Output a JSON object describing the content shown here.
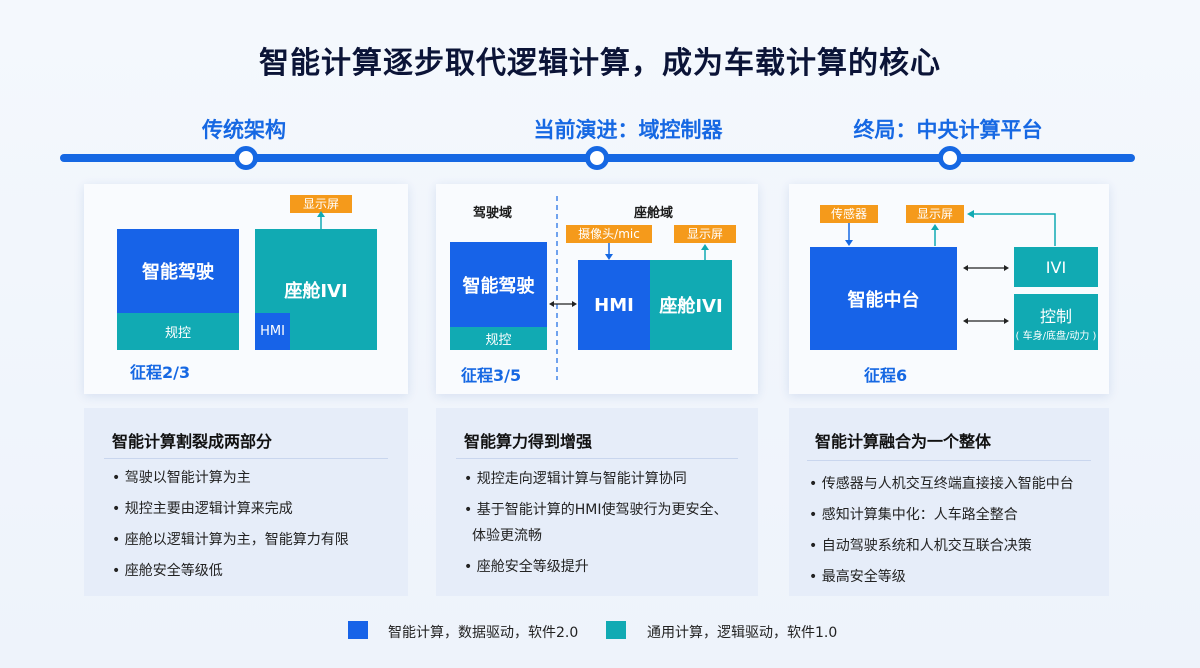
{
  "title": "智能计算逐步取代逻辑计算，成为车载计算的核心",
  "stages": [
    {
      "title": "传统架构"
    },
    {
      "title": "当前演进：域控制器"
    },
    {
      "title": "终局：中央计算平台"
    }
  ],
  "card1": {
    "display": "显示屏",
    "smart_drive": "智能驾驶",
    "control": "规控",
    "cockpit": "座舱IVI",
    "hmi": "HMI",
    "gen": "征程2/3"
  },
  "card2": {
    "drive_domain": "驾驶域",
    "cockpit_domain": "座舱域",
    "camera": "摄像头/mic",
    "display": "显示屏",
    "smart_drive": "智能驾驶",
    "control": "规控",
    "hmi": "HMI",
    "cockpit": "座舱IVI",
    "gen": "征程3/5"
  },
  "card3": {
    "sensor": "传感器",
    "display": "显示屏",
    "center": "智能中台",
    "ivi": "IVI",
    "control": "控制",
    "control_sub": "( 车身/底盘/动力 )",
    "gen": "征程6"
  },
  "panels": [
    {
      "heading": "智能计算割裂成两部分",
      "bullets": [
        "驾驶以智能计算为主",
        "规控主要由逻辑计算来完成",
        "座舱以逻辑计算为主，智能算力有限",
        "座舱安全等级低"
      ]
    },
    {
      "heading": "智能算力得到增强",
      "bullets": [
        "规控走向逻辑计算与智能计算协同",
        "基于智能计算的HMI使驾驶行为更安全、",
        "体验更流畅",
        "座舱安全等级提升"
      ]
    },
    {
      "heading": "智能计算融合为一个整体",
      "bullets": [
        "传感器与人机交互终端直接接入智能中台",
        "感知计算集中化：人车路全整合",
        "自动驾驶系统和人机交互联合决策",
        "最高安全等级"
      ]
    }
  ],
  "legend": [
    {
      "label": "智能计算，数据驱动，软件2.0",
      "color": "#1763e8"
    },
    {
      "label": "通用计算，逻辑驱动，软件1.0",
      "color": "#11aab3"
    }
  ],
  "colors": {
    "accent": "#1668e3",
    "blue": "#1763e8",
    "teal": "#11aab3",
    "orange": "#f59a1b"
  }
}
